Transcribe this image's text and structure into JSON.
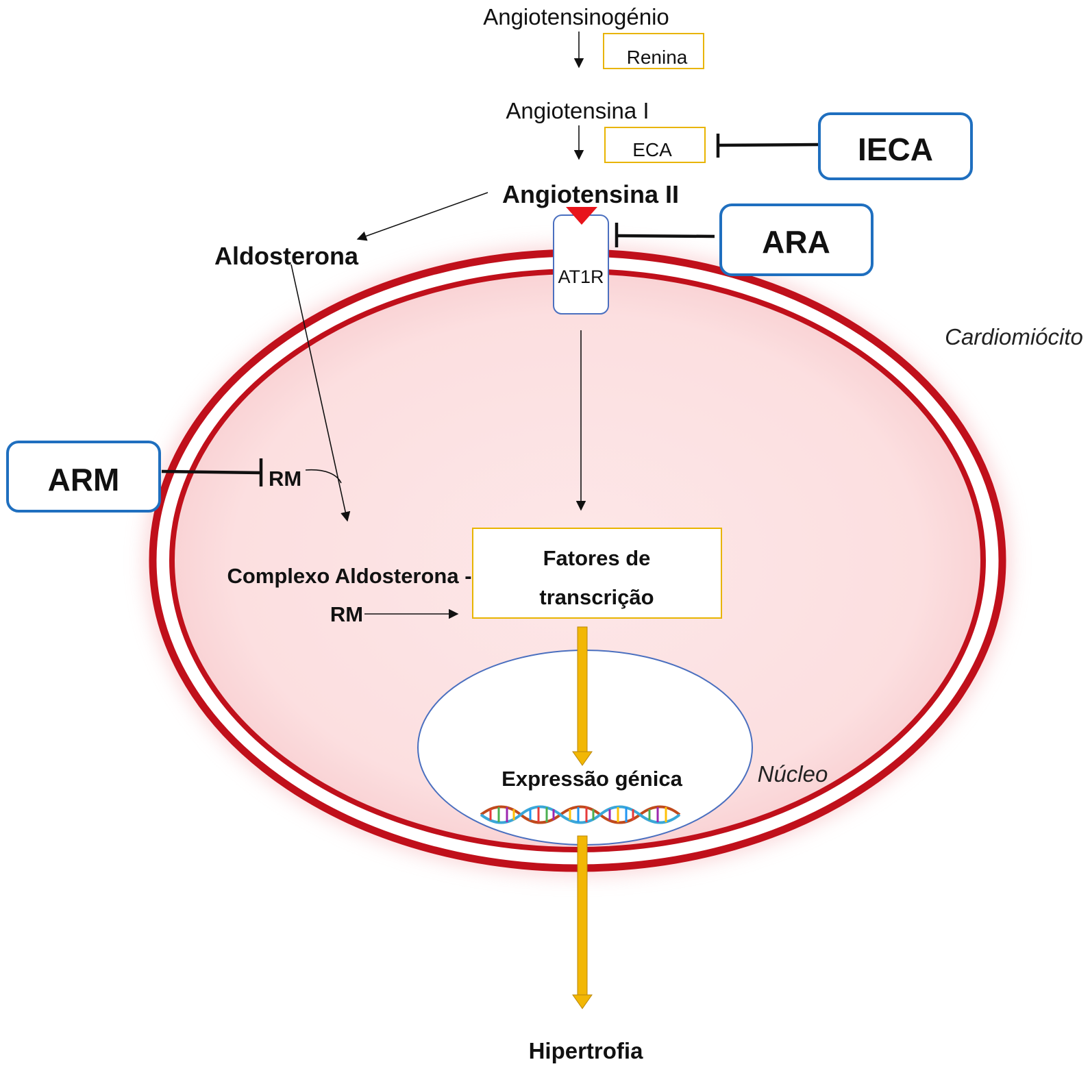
{
  "colors": {
    "membrane": "#c0101b",
    "cytoplasm": "#fde3e4",
    "drug_box_border": "#1f6fbf",
    "enzyme_box_border": "#e8b400",
    "gold_arrow": "#f2b705",
    "receptor_ligand": "#e8141b",
    "nucleus_border": "#4a6fbf"
  },
  "pathway": {
    "angiotensinogen": "Angiotensinogénio",
    "renin": "Renina",
    "angiotensin_1": "Angiotensina I",
    "ace": "ECA",
    "angiotensin_2": "Angiotensina II",
    "aldosterone": "Aldosterona",
    "receptor": "AT1R"
  },
  "drugs": {
    "ieca": "IECA",
    "ara": "ARA",
    "arm": "ARM"
  },
  "cell": {
    "label": "Cardiomiócito",
    "mineralocorticoid_receptor": "RM",
    "complex_line1": "Complexo Aldosterona -",
    "complex_line2": "RM",
    "transcription_line1": "Fatores de",
    "transcription_line2": "transcrição",
    "nucleus_label": "Núcleo",
    "gene_expression": "Expressão génica"
  },
  "outcome": "Hipertrofia",
  "icons": {
    "dna": "dna-helix-icon"
  }
}
